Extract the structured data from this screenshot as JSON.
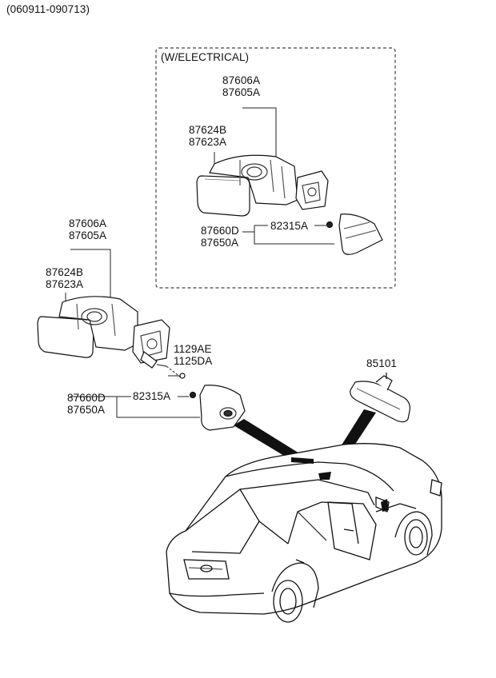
{
  "header": {
    "date_range": "(060911-090713)"
  },
  "electrical_box": {
    "title": "(W/ELECTRICAL)",
    "housing_parts": [
      "87606A",
      "87605A"
    ],
    "glass_parts": [
      "87624B",
      "87623A"
    ],
    "cover_parts": [
      "87660D",
      "87650A"
    ],
    "screw_part": "82315A"
  },
  "manual_mirror": {
    "housing_parts": [
      "87606A",
      "87605A"
    ],
    "glass_parts": [
      "87624B",
      "87623A"
    ],
    "bolt_parts": [
      "1129AE",
      "1125DA"
    ],
    "cover_parts": [
      "87660D",
      "87650A"
    ],
    "screw_part": "82315A"
  },
  "inside_mirror": {
    "part": "85101"
  }
}
